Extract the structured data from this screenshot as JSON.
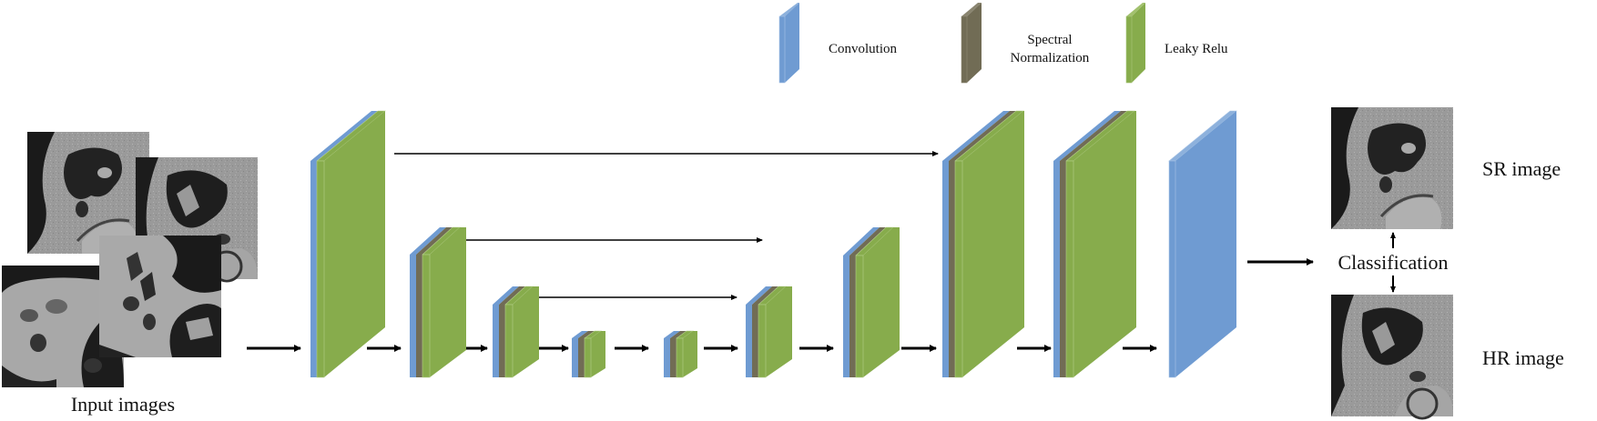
{
  "legend": {
    "items": [
      {
        "label": "Convolution",
        "color": "#6f9bd2"
      },
      {
        "label_line1": "Spectral",
        "label_line2": "Normalization",
        "color": "#716c55"
      },
      {
        "label": "Leaky Relu",
        "color": "#87ac4c"
      }
    ]
  },
  "input": {
    "label": "Input images",
    "tile_count": 4
  },
  "network": {
    "blocks": [
      {
        "id": "enc1",
        "layers": [
          "conv",
          "lrelu"
        ]
      },
      {
        "id": "enc2",
        "layers": [
          "conv",
          "sn",
          "lrelu"
        ]
      },
      {
        "id": "enc3",
        "layers": [
          "conv",
          "sn",
          "lrelu"
        ]
      },
      {
        "id": "enc4",
        "layers": [
          "conv",
          "sn",
          "lrelu"
        ]
      },
      {
        "id": "dec1",
        "layers": [
          "conv",
          "sn",
          "lrelu"
        ]
      },
      {
        "id": "dec2",
        "layers": [
          "conv",
          "sn",
          "lrelu"
        ]
      },
      {
        "id": "dec3",
        "layers": [
          "conv",
          "sn",
          "lrelu"
        ]
      },
      {
        "id": "dec4",
        "layers": [
          "conv",
          "sn",
          "lrelu"
        ]
      },
      {
        "id": "dec5",
        "layers": [
          "conv",
          "sn",
          "lrelu"
        ]
      },
      {
        "id": "out",
        "layers": [
          "conv"
        ]
      }
    ],
    "skip_connections": 3
  },
  "output": {
    "classification_label": "Classification",
    "sr_label": "SR image",
    "hr_label": "HR image"
  },
  "colors": {
    "conv": "#6f9bd2",
    "sn": "#716c55",
    "lrelu": "#87ac4c",
    "arrow": "#000000"
  }
}
